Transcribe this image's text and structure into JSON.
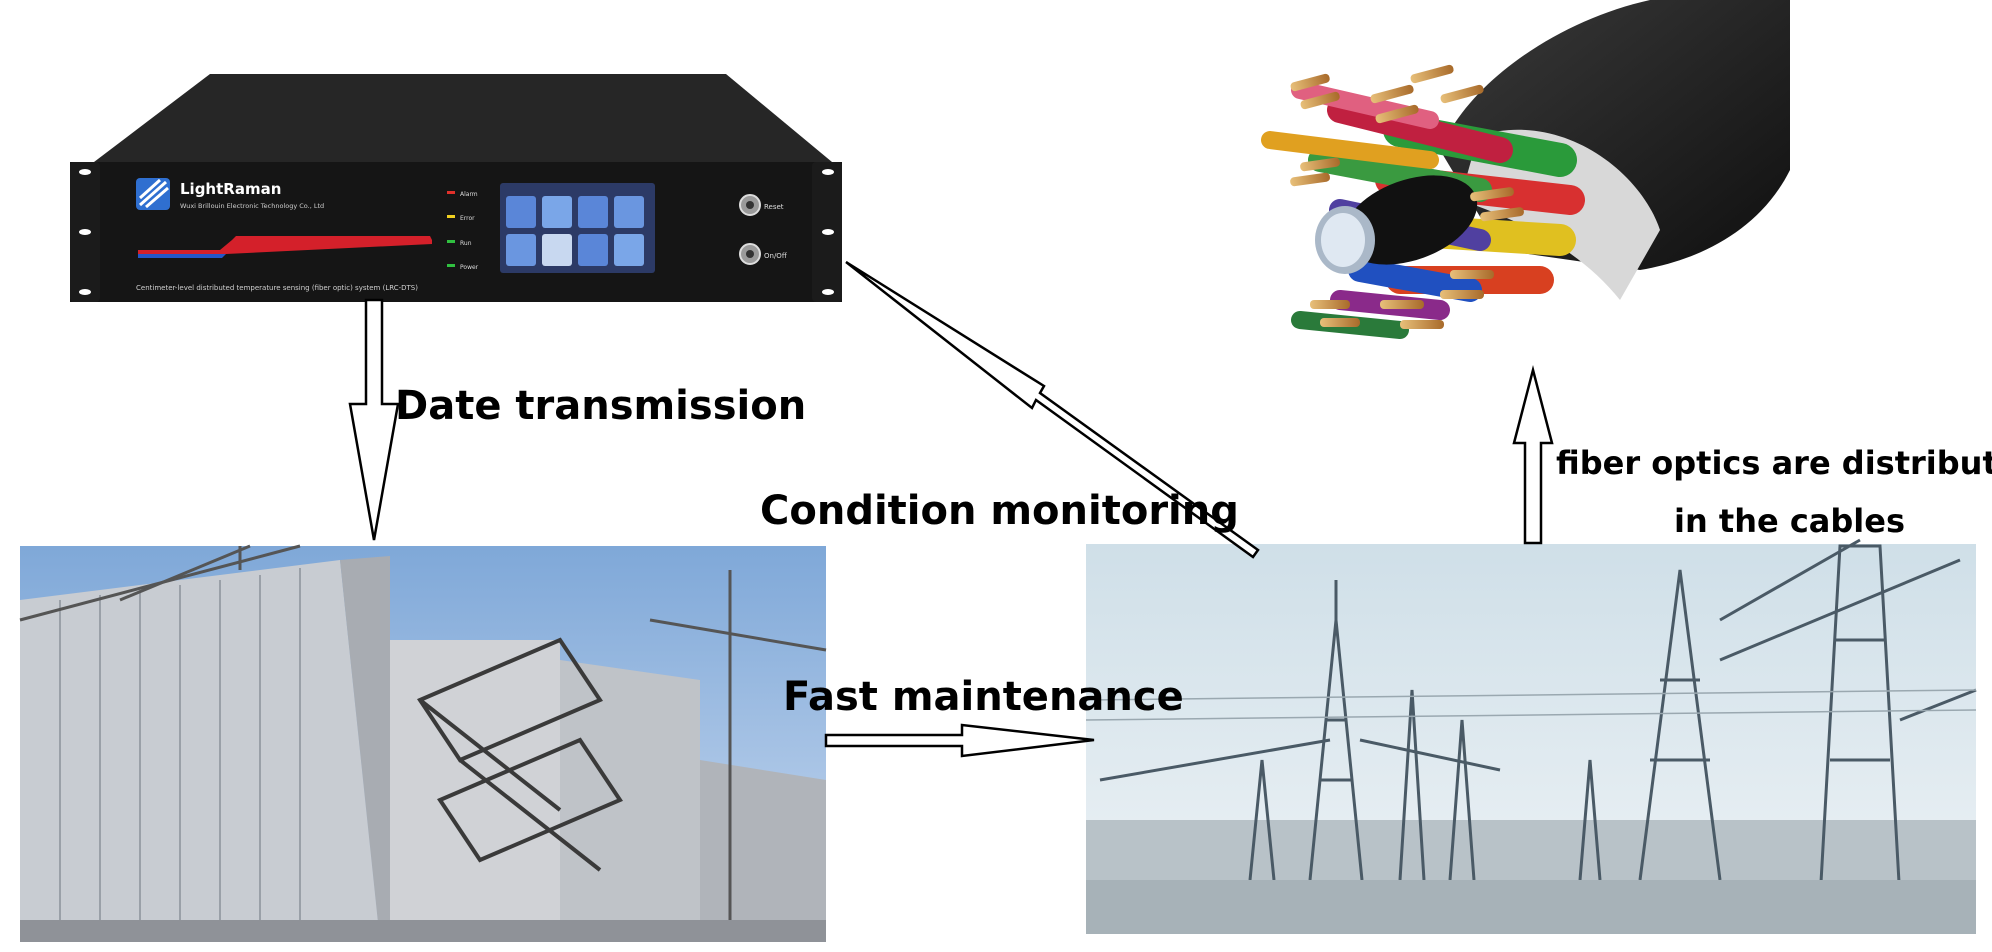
{
  "device": {
    "brand": "LightRaman",
    "company": "Wuxi Brillouin Electronic Technology Co., Ltd",
    "indicators": [
      "Alarm",
      "Error",
      "Run",
      "Power"
    ],
    "buttons": [
      "Reset",
      "On/Off"
    ],
    "footer": "Centimeter-level distributed temperature sensing (fiber optic) system (LRC-DTS)",
    "colors": {
      "body": "#161616",
      "top": "#2a2a2a",
      "accent_red": "#d4202a",
      "accent_blue": "#2456c8"
    }
  },
  "labels": {
    "date_transmission": "Date transmission",
    "condition_monitoring": "Condition monitoring",
    "fast_maintenance": "Fast maintenance",
    "fiber_line1": "fiber optics are distributed",
    "fiber_line2": "in the cables"
  }
}
